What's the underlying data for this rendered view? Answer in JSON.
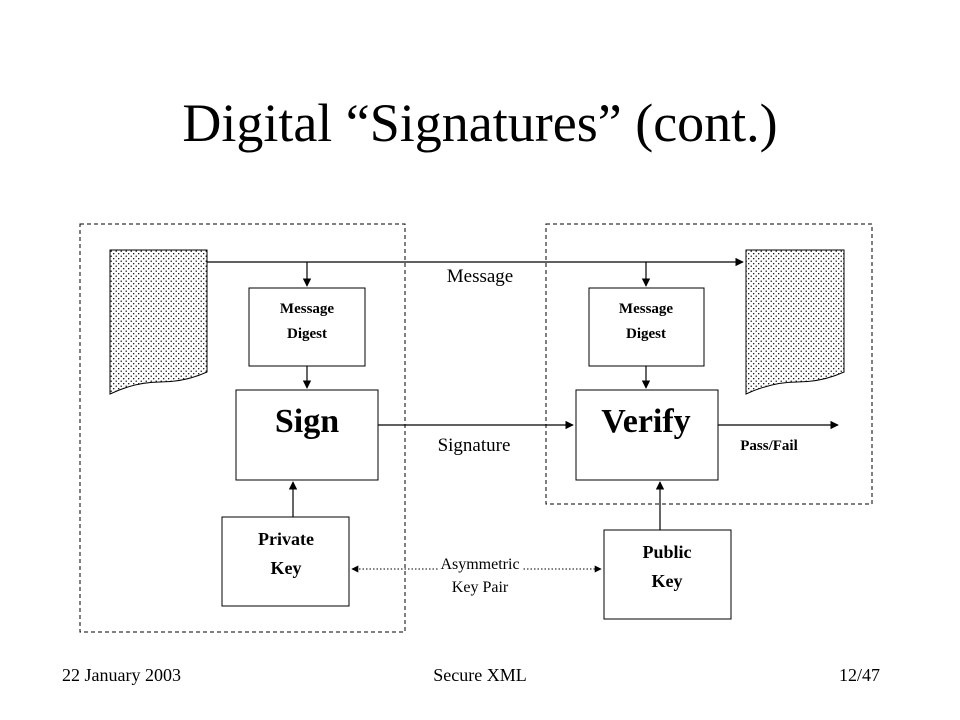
{
  "slide": {
    "title": "Digital “Signatures” (cont.)"
  },
  "diagram": {
    "sender": {
      "message_digest_line1": "Message",
      "message_digest_line2": "Digest",
      "sign_label": "Sign",
      "private_key_line1": "Private",
      "private_key_line2": "Key"
    },
    "receiver": {
      "message_digest_line1": "Message",
      "message_digest_line2": "Digest",
      "verify_label": "Verify",
      "public_key_line1": "Public",
      "public_key_line2": "Key",
      "result_label": "Pass/Fail"
    },
    "message_label": "Message",
    "signature_label": "Signature",
    "key_pair_line1": "Asymmetric",
    "key_pair_line2": "Key Pair"
  },
  "footer": {
    "date": "22 January 2003",
    "center": "Secure XML",
    "page": "12/47"
  }
}
